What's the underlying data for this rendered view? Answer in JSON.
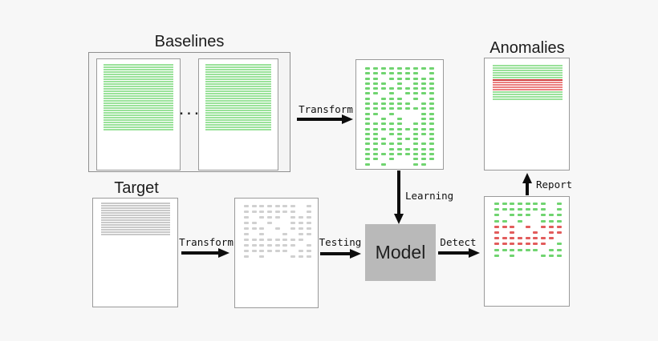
{
  "page": {
    "background": "#f7f7f7"
  },
  "colors": {
    "title_text": "#1c1c1c",
    "label_text": "#111111",
    "arrow": "#0d0d0d",
    "doc_bg": "#ffffff",
    "doc_border": "#9a9a9a",
    "group_border": "#8f8f8f",
    "model_bg": "#b9b9b9",
    "green_stripe": "#9ae29a",
    "gray_stripe": "#c9c9c9",
    "red_stripe": "#ec8080",
    "red_stripe_dark": "#cf4040",
    "green_dash": "#70d470",
    "gray_dash": "#d0d0d0",
    "red_dash": "#e25c5c"
  },
  "nodes": {
    "baselines": {
      "title": "Baselines",
      "ellipsis": "..."
    },
    "target": {
      "title": "Target"
    },
    "anomalies": {
      "title": "Anomalies"
    },
    "model": {
      "label": "Model"
    }
  },
  "arrows": {
    "transform_top": {
      "label": "Transform"
    },
    "transform_bottom": {
      "label": "Transform"
    },
    "learning": {
      "label": "Learning"
    },
    "testing": {
      "label": "Testing"
    },
    "detect": {
      "label": "Detect"
    },
    "report": {
      "label": "Report"
    }
  },
  "stripes": {
    "baseline_doc1": {
      "count": 28,
      "color_key": "green_stripe"
    },
    "baseline_doc2": {
      "count": 28,
      "color_key": "green_stripe"
    },
    "target_doc": {
      "count": 14,
      "color_key": "gray_stripe"
    },
    "anomalies_doc": {
      "segments": [
        {
          "count": 6,
          "color_key": "green_stripe"
        },
        {
          "count": 1,
          "color_key": "red_stripe_dark"
        },
        {
          "count": 4,
          "color_key": "red_stripe"
        },
        {
          "count": 4,
          "color_key": "green_stripe"
        }
      ]
    }
  },
  "grids": {
    "learned_features": {
      "palette": {
        "G": "green_dash"
      },
      "rows": [
        "GGGGGGGGG",
        "GGGGGGG.G",
        "GG.GGGGGG",
        "GGG.G.GGG",
        "GGGGGGGGG",
        "GG.G.GGGG",
        "G.GGG.G.G",
        "GGGGGG.GG",
        "GGGGGGGGG",
        "GG.G...GG",
        "G.G.G..GG",
        "GGGGG.GGG",
        "GGGGGGGGG",
        "GG.GG.GGG",
        "GGG.GGG.G",
        "GGGGG.GGG",
        "GG.GGGGGG",
        "GGGGGGGGG",
        "GG.G..GGG",
        "G.G...GG."
      ]
    },
    "test_features": {
      "palette": {
        "G": "gray_dash"
      },
      "rows": [
        "GGGGGGG.G",
        "GGGGGGG.G",
        "G.GGG.GGG",
        "GG.G..GGG",
        "GGG.G.GGG",
        "G.G..G.GG",
        "GGGGGGGG.",
        "GGGGGGG.G",
        "GGGGGG.GG",
        "G.G...GGG"
      ]
    },
    "detect_result": {
      "palette": {
        "G": "green_dash",
        "R": "red_dash"
      },
      "rows": [
        "GGGGGGG.G",
        "GGGGGGG.G",
        "G.GGG.GGG",
        "GG.G..GGG",
        "RRR.R.RRR",
        "R.R..R.RR",
        "RRRRRRRR.",
        "RRRRRRR.G",
        "GGGGGG.GG",
        "G.G...GGG"
      ]
    }
  }
}
